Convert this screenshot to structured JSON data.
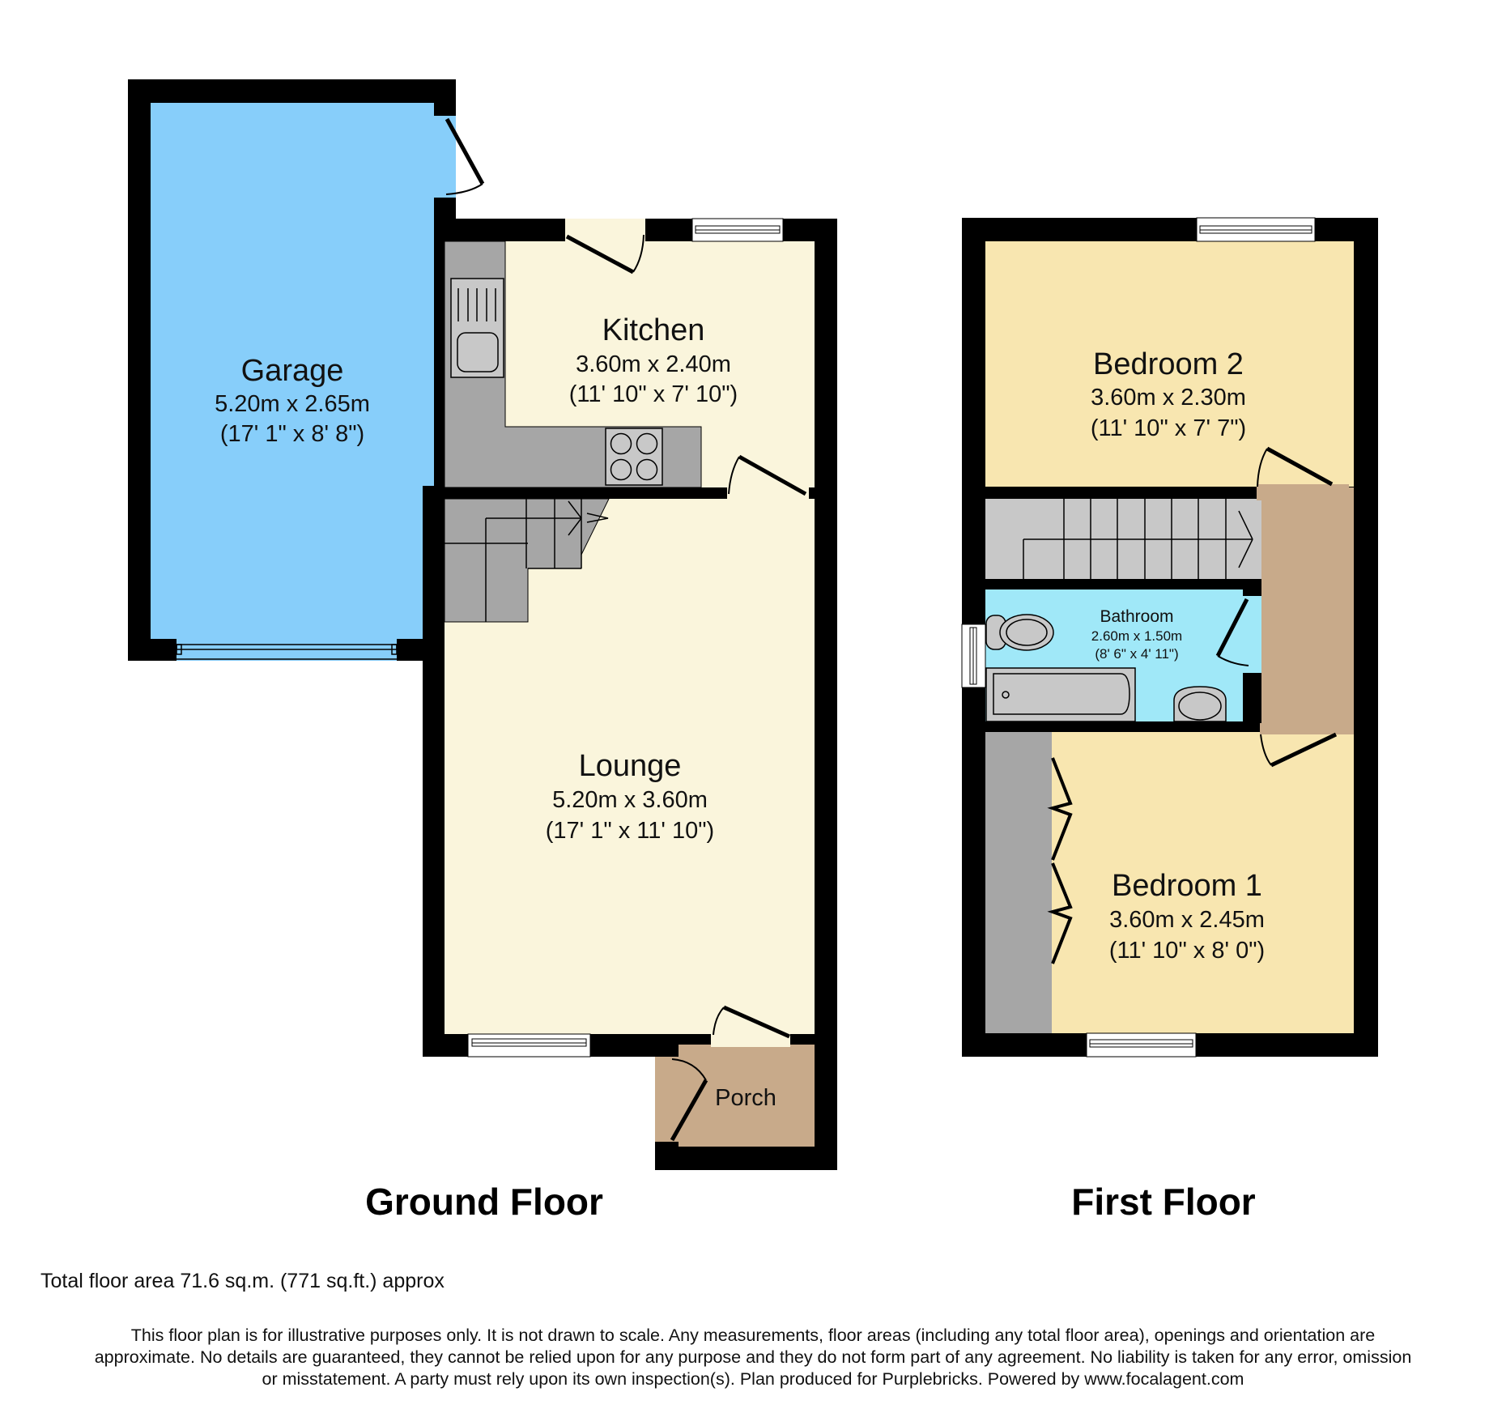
{
  "colors": {
    "wall": "#000000",
    "garage": "#87cefa",
    "living": "#faf5dc",
    "bedroom": "#f8e6b0",
    "bathroom": "#a0e8f8",
    "landing": "#c8aa8a",
    "porch": "#c8aa8a",
    "fitted_units": "#a6a6a6",
    "stairs": "#a6a6a6",
    "stairs_first": "#c8c8c8",
    "fixture": "#c8c8c8"
  },
  "ground_floor": {
    "title": "Ground Floor",
    "rooms": [
      {
        "name": "Garage",
        "metric": "5.20m x 2.65m",
        "imperial": "(17' 1\" x 8' 8\")"
      },
      {
        "name": "Kitchen",
        "metric": "3.60m x 2.40m",
        "imperial": "(11' 10\" x 7' 10\")"
      },
      {
        "name": "Lounge",
        "metric": "5.20m x 3.60m",
        "imperial": "(17' 1\" x 11' 10\")"
      },
      {
        "name": "Porch"
      }
    ]
  },
  "first_floor": {
    "title": "First Floor",
    "rooms": [
      {
        "name": "Bedroom 2",
        "metric": "3.60m x 2.30m",
        "imperial": "(11' 10\" x 7' 7\")"
      },
      {
        "name": "Bathroom",
        "metric": "2.60m x 1.50m",
        "imperial": "(8' 6\" x 4' 11\")"
      },
      {
        "name": "Bedroom 1",
        "metric": "3.60m x 2.45m",
        "imperial": "(11' 10\" x 8' 0\")"
      }
    ]
  },
  "footer": {
    "total_area": "Total floor area 71.6 sq.m. (771 sq.ft.) approx",
    "disclaimer_lines": [
      "This floor plan is for illustrative purposes only. It is not drawn to scale. Any measurements, floor areas (including any total floor area), openings and orientation are",
      "approximate. No details are guaranteed, they cannot be relied upon for any purpose and they do not form part of any agreement. No liability is taken for any error, omission",
      "or misstatement. A party must rely upon its own inspection(s). Plan produced for Purplebricks. Powered by www.focalagent.com"
    ]
  }
}
